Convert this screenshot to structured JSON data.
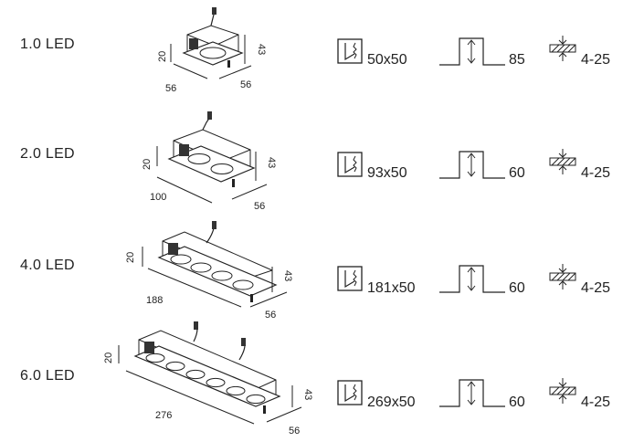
{
  "rows": [
    {
      "label": "1.0 LED",
      "dims": {
        "height": "20",
        "depth_total": "43",
        "length": "56",
        "width": "56"
      },
      "cutout": "50x50",
      "ceiling_depth": "85",
      "thickness": "4-25"
    },
    {
      "label": "2.0 LED",
      "dims": {
        "height": "20",
        "depth_total": "43",
        "length": "100",
        "width": "56"
      },
      "cutout": "93x50",
      "ceiling_depth": "60",
      "thickness": "4-25"
    },
    {
      "label": "4.0 LED",
      "dims": {
        "height": "20",
        "depth_total": "43",
        "length": "188",
        "width": "56"
      },
      "cutout": "181x50",
      "ceiling_depth": "60",
      "thickness": "4-25"
    },
    {
      "label": "6.0 LED",
      "dims": {
        "height": "20",
        "depth_total": "43",
        "length": "276",
        "width": "56"
      },
      "cutout": "269x50",
      "ceiling_depth": "60",
      "thickness": "4-25"
    }
  ],
  "icons": {
    "cutout": "cutout-icon",
    "recess": "recess-depth-icon",
    "thickness": "ceiling-thickness-icon"
  }
}
